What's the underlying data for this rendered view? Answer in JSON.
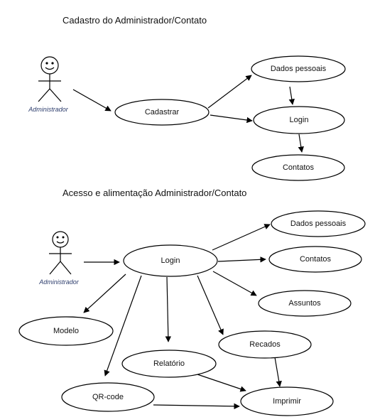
{
  "sections": [
    {
      "title": "Cadastro do Administrador/Contato",
      "actor": "Administrador",
      "use_cases": {
        "cadastrar": "Cadastrar",
        "dados_pessoais": "Dados pessoais",
        "login": "Login",
        "contatos": "Contatos"
      }
    },
    {
      "title": "Acesso e alimentação Administrador/Contato",
      "actor": "Administrador",
      "use_cases": {
        "login": "Login",
        "dados_pessoais": "Dados pessoais",
        "contatos": "Contatos",
        "assuntos": "Assuntos",
        "modelo": "Modelo",
        "relatorio": "Relatório",
        "recados": "Recados",
        "qrcode": "QR-code",
        "imprimir": "Imprimir"
      }
    }
  ]
}
